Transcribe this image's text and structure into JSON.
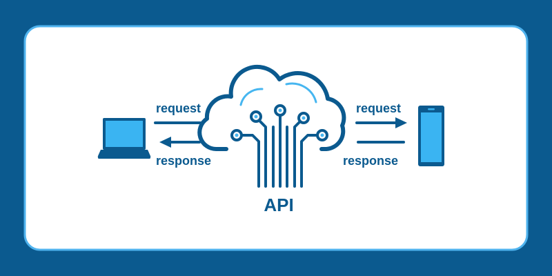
{
  "labels": {
    "left_request": "request",
    "left_response": "response",
    "right_request": "request",
    "right_response": "response",
    "center": "API"
  },
  "icons": {
    "client_left": "laptop-icon",
    "client_right": "mobile-phone-icon",
    "center": "cloud-circuit-icon"
  },
  "colors": {
    "frame": "#0b5a8f",
    "panel_border": "#4fb3ee",
    "panel_bg": "#ffffff",
    "device_fill": "#3ab4f2",
    "accent": "#46b6f0",
    "stroke": "#0b5a8f"
  }
}
